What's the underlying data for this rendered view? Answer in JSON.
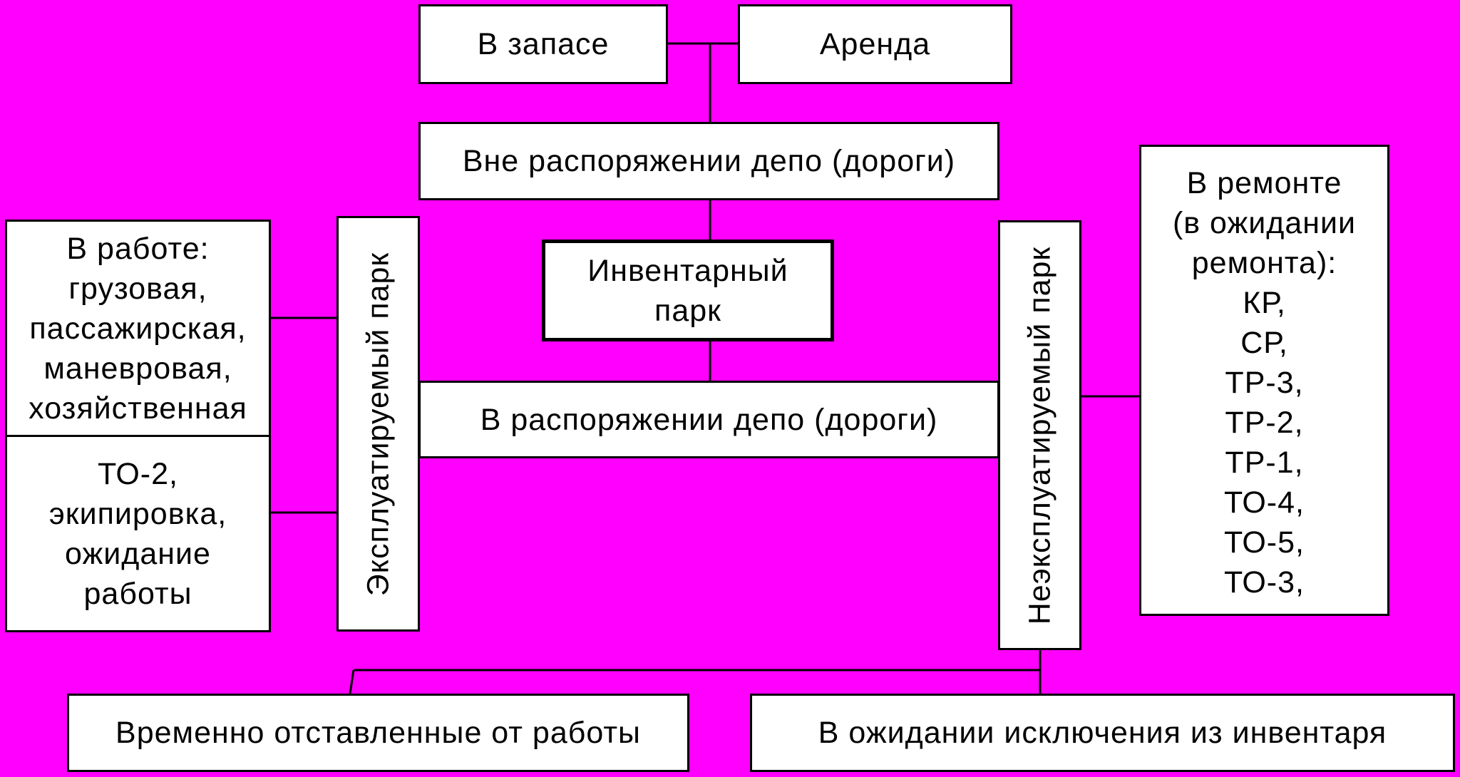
{
  "diagram": {
    "reserve": "В запасе",
    "rent": "Аренда",
    "outside_depot": "Вне распоряжении депо (дороги)",
    "inventory_park": [
      "Инвентарный",
      "парк"
    ],
    "in_depot": "В распоряжении депо (дороги)",
    "operated_park": "Эксплуатируемый парк",
    "non_operated_park": "Неэксплуатируемый парк",
    "in_work": [
      "В работе:",
      "грузовая,",
      "пассажирская,",
      "маневровая,",
      "хозяйственная"
    ],
    "maintenance": [
      "ТО-2,",
      "экипировка,",
      "ожидание",
      "работы"
    ],
    "in_repair": [
      "В ремонте",
      "(в ожидании",
      "ремонта):",
      "КР,",
      "СР,",
      "ТР-3,",
      "ТР-2,",
      "ТР-1,",
      "ТО-4,",
      "ТО-5,",
      "ТО-3,"
    ],
    "temporarily_removed": "Временно отставленные от работы",
    "awaiting_exclusion": "В ожидании исключения из инвентаря"
  },
  "colors": {
    "background": "#ff00ff",
    "box_fill": "#ffffff",
    "line": "#000000"
  }
}
